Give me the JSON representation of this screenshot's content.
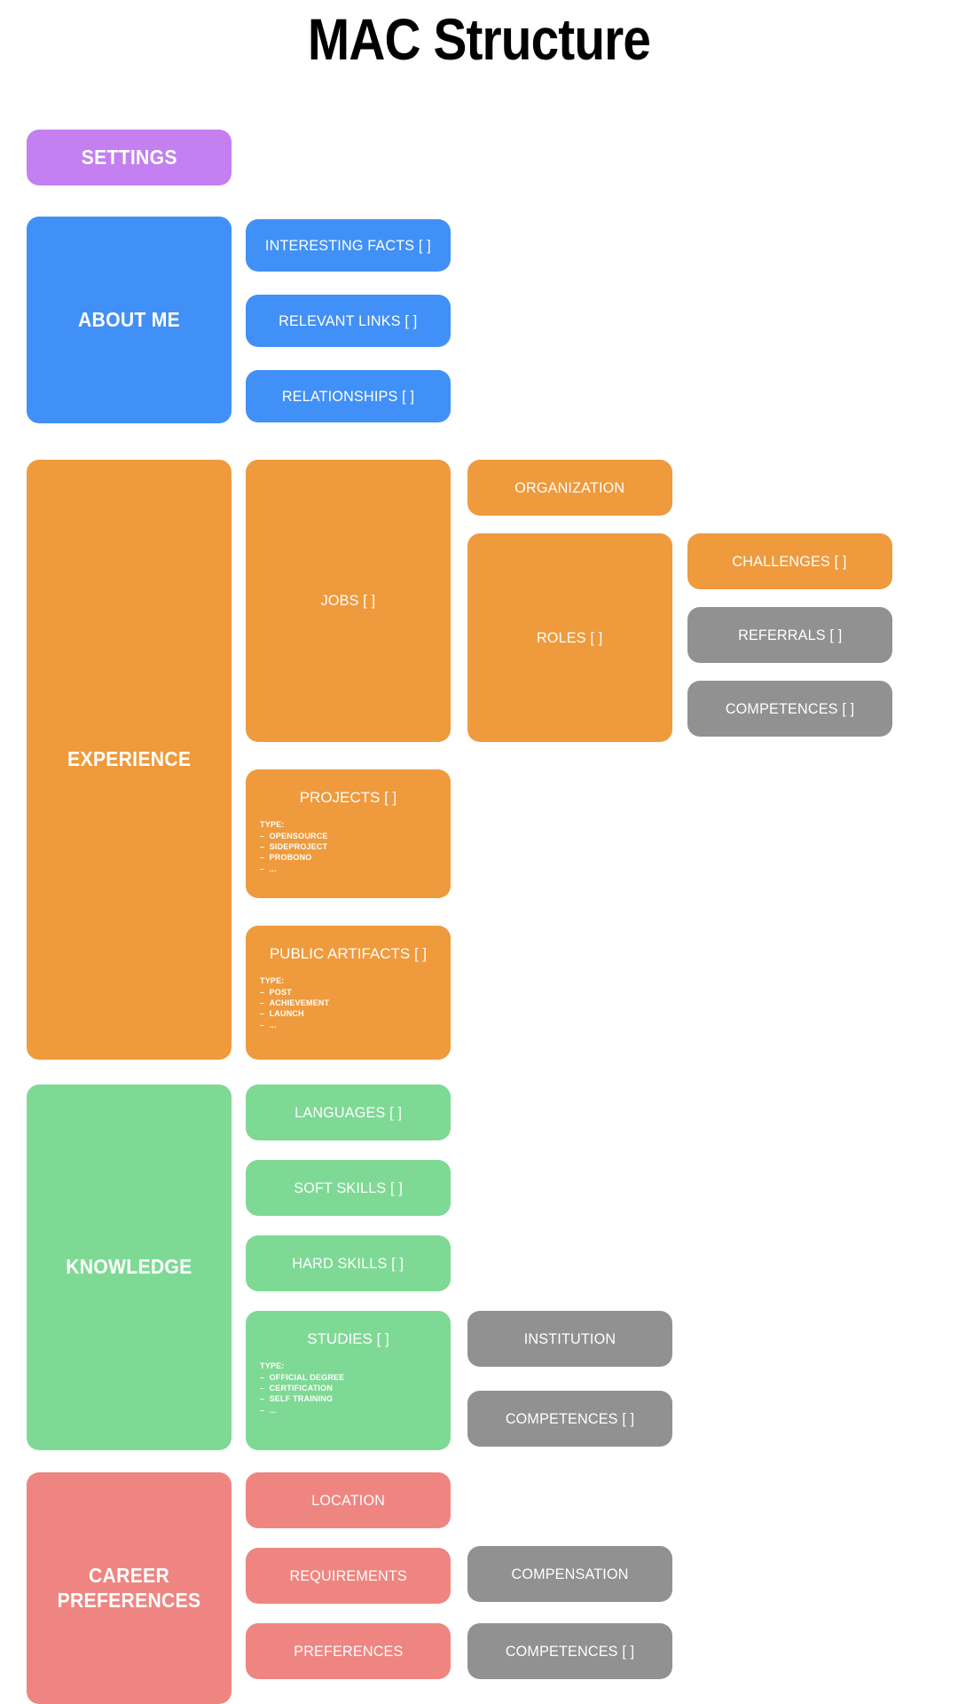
{
  "page": {
    "title": "MAC Structure"
  },
  "palette": {
    "settings": "#C47FF0",
    "about_me": "#4190F7",
    "experience": "#EF9A3C",
    "knowledge": "#7ED995",
    "career_preferences": "#EF8581",
    "neutral": "#919191",
    "background": "#FFFFFF",
    "label": "#FFFFFF",
    "title": "#000000"
  },
  "sections": {
    "settings": {
      "label": "SETTINGS"
    },
    "about_me": {
      "label": "ABOUT ME",
      "children": [
        {
          "label": "INTERESTING FACTS [ ]"
        },
        {
          "label": "RELEVANT LINKS [ ]"
        },
        {
          "label": "RELATIONSHIPS [ ]"
        }
      ]
    },
    "experience": {
      "label": "EXPERIENCE",
      "jobs": {
        "label": "JOBS [ ]"
      },
      "organization": {
        "label": "ORGANIZATION"
      },
      "roles": {
        "label": "ROLES [ ]"
      },
      "challenges": {
        "label": "CHALLENGES [ ]"
      },
      "referrals": {
        "label": "REFERRALS [ ]"
      },
      "competences": {
        "label": "COMPETENCES [ ]"
      },
      "projects": {
        "label": "PROJECTS [ ]",
        "type_heading": "TYPE:",
        "types": [
          "OPENSOURCE",
          "SIDEPROJECT",
          "PROBONO",
          "..."
        ]
      },
      "public_artifacts": {
        "label": "PUBLIC ARTIFACTS [ ]",
        "type_heading": "TYPE:",
        "types": [
          "POST",
          "ACHIEVEMENT",
          "LAUNCH",
          "..."
        ]
      }
    },
    "knowledge": {
      "label": "KNOWLEDGE",
      "languages": {
        "label": "LANGUAGES [ ]"
      },
      "soft_skills": {
        "label": "SOFT SKILLS [ ]"
      },
      "hard_skills": {
        "label": "HARD SKILLS [ ]"
      },
      "studies": {
        "label": "STUDIES [ ]",
        "type_heading": "TYPE:",
        "types": [
          "OFFICIAL DEGREE",
          "CERTIFICATION",
          "SELF TRAINING",
          "..."
        ]
      },
      "institution": {
        "label": "INSTITUTION"
      },
      "competences": {
        "label": "COMPETENCES [ ]"
      }
    },
    "career_preferences": {
      "label": "CAREER PREFERENCES",
      "location": {
        "label": "LOCATION"
      },
      "requirements": {
        "label": "REQUIREMENTS"
      },
      "preferences": {
        "label": "PREFERENCES"
      },
      "compensation": {
        "label": "COMPENSATION"
      },
      "competences": {
        "label": "COMPETENCES [ ]"
      }
    }
  }
}
